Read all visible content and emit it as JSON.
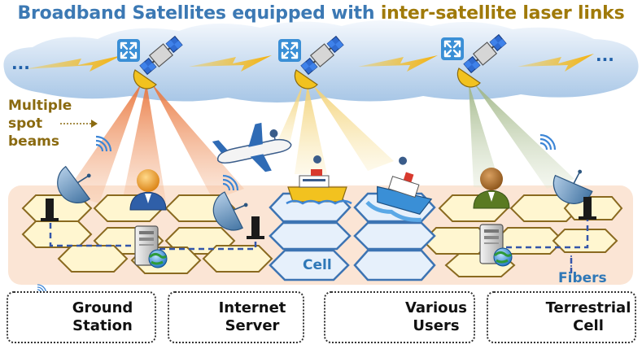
{
  "title": {
    "part1": "Broadband Satellites equipped with",
    "part2": "inter-satellite laser links"
  },
  "ellipsis_left": "...",
  "ellipsis_right": "...",
  "beam_label": {
    "line1": "Multiple",
    "line2": "spot",
    "line3": "beams"
  },
  "cell_label": "Cell",
  "fibers_label": "Fibers",
  "legend": {
    "ground": {
      "line1": "Ground",
      "line2": "Station"
    },
    "server": {
      "line1": "Internet",
      "line2": "Server"
    },
    "users": {
      "line1": "Various",
      "line2": "Users"
    },
    "cell": {
      "line1": "Terrestrial",
      "line2": "Cell"
    }
  },
  "colors": {
    "title_blue": "#3c79b4",
    "title_olive": "#a07a0a",
    "terrestrial_hex": "#fff6d0",
    "terrestrial_stroke": "#8a6a20",
    "satellite_hex": "#e6f0fb",
    "satellite_stroke": "#3d74b3",
    "fiber": "#3355aa"
  }
}
